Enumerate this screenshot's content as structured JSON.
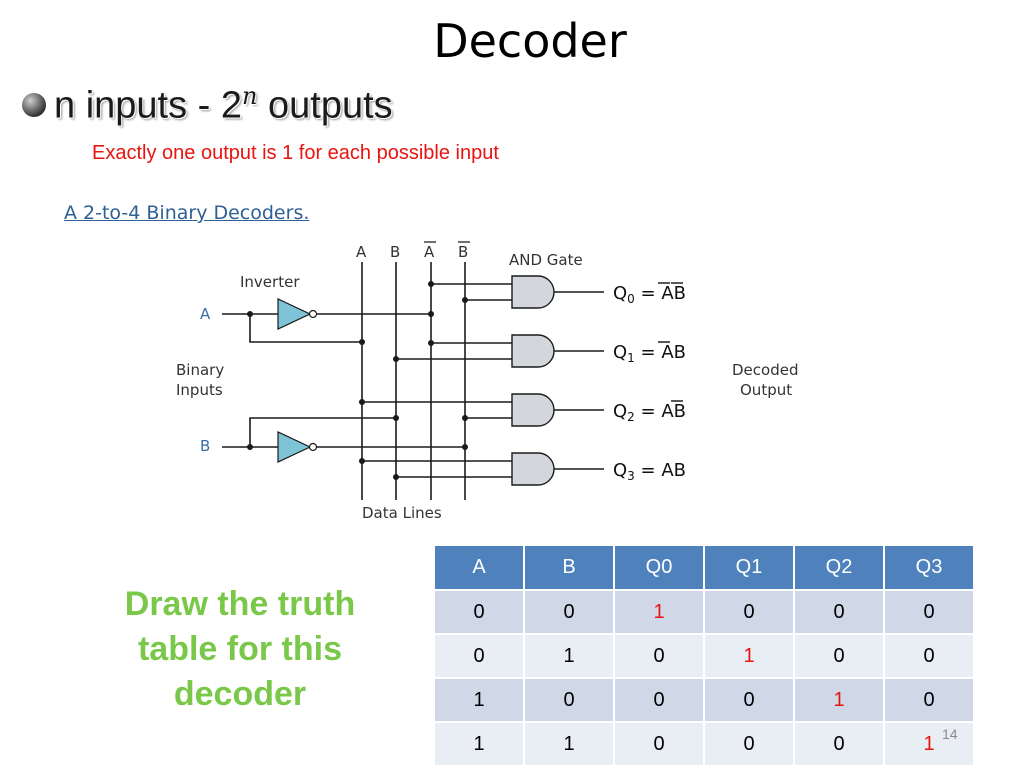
{
  "slide": {
    "title": "Decoder",
    "bullet_main": "n inputs - 2",
    "bullet_sup": "n",
    "bullet_tail": " outputs",
    "note": "Exactly one output is 1 for each possible input",
    "prompt": "Draw the truth table for this decoder",
    "page_number": "14"
  },
  "diagram": {
    "subtitle": "A 2-to-4 Binary Decoders.",
    "bus_labels": [
      "A",
      "B",
      "A",
      "B"
    ],
    "inverter_label": "Inverter",
    "and_gate_label": "AND Gate",
    "input_a": "A",
    "input_b": "B",
    "binary_inputs_line1": "Binary",
    "binary_inputs_line2": "Inputs",
    "outputs": [
      {
        "q": "Q",
        "sub": "0",
        "eq": " = ",
        "lit1": "A",
        "lit1_bar": true,
        "lit2": "B",
        "lit2_bar": true
      },
      {
        "q": "Q",
        "sub": "1",
        "eq": " = ",
        "lit1": "A",
        "lit1_bar": true,
        "lit2": "B",
        "lit2_bar": false
      },
      {
        "q": "Q",
        "sub": "2",
        "eq": " = ",
        "lit1": "A",
        "lit1_bar": false,
        "lit2": "B",
        "lit2_bar": true
      },
      {
        "q": "Q",
        "sub": "3",
        "eq": " = ",
        "lit1": "A",
        "lit1_bar": false,
        "lit2": "B",
        "lit2_bar": false
      }
    ],
    "decoded_output_line1": "Decoded",
    "decoded_output_line2": "Output",
    "data_lines_label": "Data Lines"
  },
  "truth_table": {
    "headers": [
      "A",
      "B",
      "Q0",
      "Q1",
      "Q2",
      "Q3"
    ],
    "rows": [
      [
        "0",
        "0",
        "1",
        "0",
        "0",
        "0"
      ],
      [
        "0",
        "1",
        "0",
        "1",
        "0",
        "0"
      ],
      [
        "1",
        "0",
        "0",
        "0",
        "1",
        "0"
      ],
      [
        "1",
        "1",
        "0",
        "0",
        "0",
        "1"
      ]
    ],
    "highlight_color": "#e8140f",
    "header_color": "#4f81bd"
  }
}
